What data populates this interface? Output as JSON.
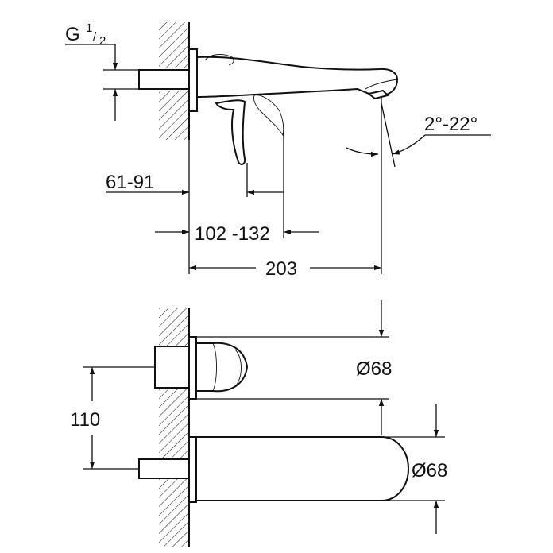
{
  "side_view": {
    "thread_label": "G",
    "thread_fraction_num": "1",
    "thread_fraction_den": "2",
    "angle_label": "2°-22°",
    "wall_depth_label": "61-91",
    "lever_range_label": "102 -132",
    "spout_length_label": "203"
  },
  "front_view": {
    "handle_diameter_label": "Ø68",
    "spout_diameter_label": "Ø68",
    "center_distance_label": "110"
  }
}
